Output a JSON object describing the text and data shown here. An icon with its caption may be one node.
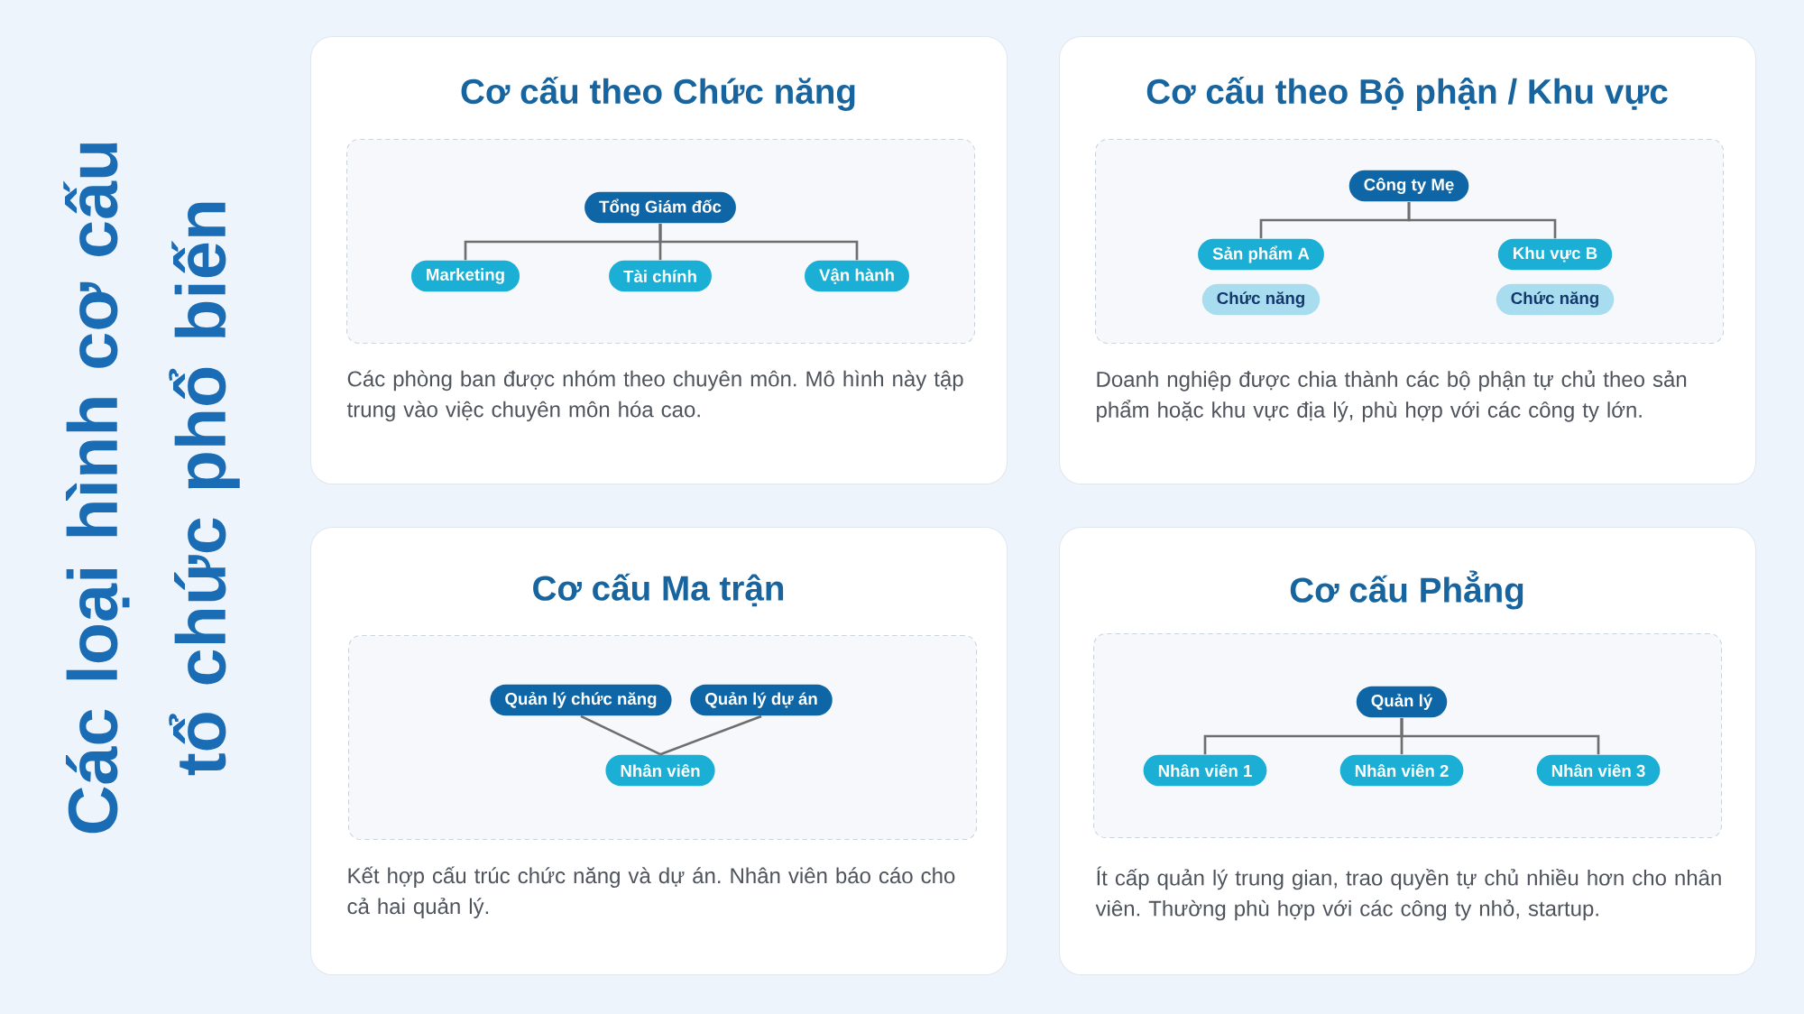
{
  "diagram": {
    "title": "Các loại hình cơ cấu tổ chức phổ biến",
    "nodes": [
      {
        "text": [
          "Cơ cấu theo Chức năng",
          "Các phòng ban được nhóm theo chuyên môn. Mô hình này tập trung vào việc chuyên môn hóa cao."
        ]
      },
      {
        "text": [],
        "shape": "box",
        "in": 0
      },
      {
        "text": [
          "Tổng Giám đốc"
        ],
        "in": 1
      },
      {
        "text": [
          "Marketing"
        ],
        "in": 1
      },
      {
        "text": [
          "Tài chính"
        ],
        "in": 1
      },
      {
        "text": [
          "Vận hành"
        ],
        "in": 1
      },
      {
        "text": [
          "Cơ cấu theo Bộ phận / Khu vực",
          "Doanh nghiệp được chia thành các bộ phận tự chủ theo sản phẩm hoặc khu vực địa lý, phù hợp với các công ty lớn."
        ]
      },
      {
        "text": [],
        "shape": "box",
        "in": 6
      },
      {
        "text": [
          "Công ty Mẹ"
        ],
        "in": 7
      },
      {
        "text": [
          "Sản phẩm A"
        ],
        "in": 7
      },
      {
        "text": [
          "Khu vực B"
        ],
        "in": 7
      },
      {
        "text": [
          "Chức năng"
        ],
        "in": 7
      },
      {
        "text": [
          "Chức năng"
        ],
        "in": 7
      },
      {
        "text": [
          "Cơ cấu Ma trận",
          "Kết hợp cấu trúc chức năng và dự án. Nhân viên báo cáo cho cả hai quản lý."
        ]
      },
      {
        "text": [],
        "shape": "box",
        "in": 13
      },
      {
        "text": [
          "Quản lý chức năng"
        ],
        "in": 14
      },
      {
        "text": [
          "Quản lý dự án"
        ],
        "in": 14
      },
      {
        "text": [
          "Nhân viên"
        ],
        "in": 14
      },
      {
        "text": [
          "Cơ cấu Phẳng",
          "Ít cấp quản lý trung gian, trao quyền tự chủ nhiều hơn cho nhân viên. Thường phù hợp với các công ty nhỏ, startup."
        ]
      },
      {
        "text": [],
        "shape": "box",
        "in": 18
      },
      {
        "text": [
          "Quản lý"
        ],
        "in": 19
      },
      {
        "text": [
          "Nhân viên 1"
        ],
        "in": 19
      },
      {
        "text": [
          "Nhân viên 2"
        ],
        "in": 19
      },
      {
        "text": [
          "Nhân viên 3"
        ],
        "in": 19
      }
    ],
    "edges": [
      {
        "from": 2,
        "to": 3,
        "arrow": "none"
      },
      {
        "from": 2,
        "to": 4,
        "arrow": "none"
      },
      {
        "from": 2,
        "to": 5,
        "arrow": "none"
      },
      {
        "from": 8,
        "to": 9,
        "arrow": "none"
      },
      {
        "from": 8,
        "to": 10,
        "arrow": "none"
      },
      {
        "from": 15,
        "to": 17,
        "arrow": "none"
      },
      {
        "from": 16,
        "to": 17,
        "arrow": "none"
      },
      {
        "from": 20,
        "to": 21,
        "arrow": "none"
      },
      {
        "from": 20,
        "to": 22,
        "arrow": "none"
      },
      {
        "from": 20,
        "to": 23,
        "arrow": "none"
      }
    ]
  }
}
